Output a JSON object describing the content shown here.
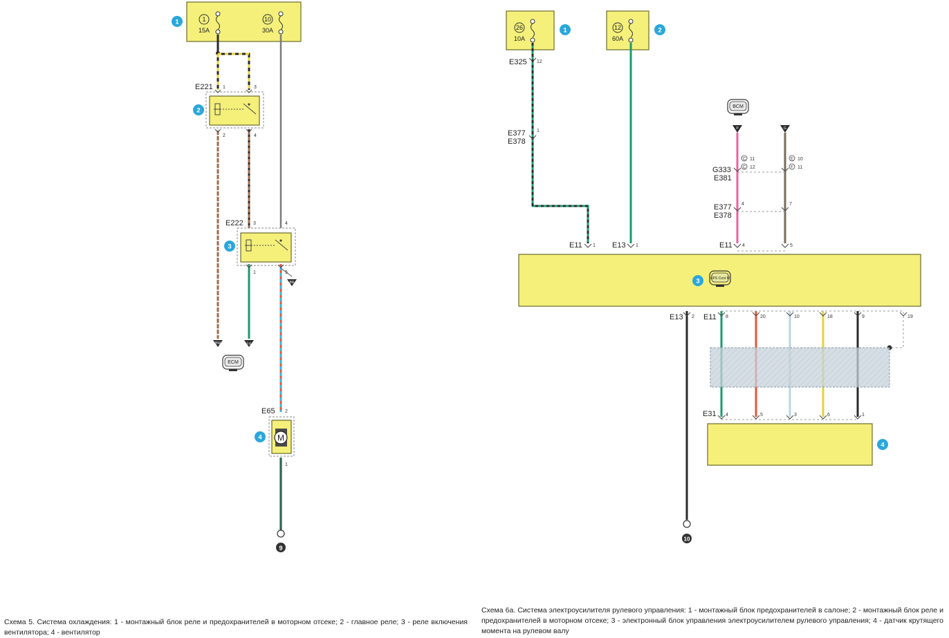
{
  "diagram1": {
    "fuse_box": {
      "callout": "1",
      "fuses": [
        {
          "number": "1",
          "rating": "15A"
        },
        {
          "number": "10",
          "rating": "30A"
        }
      ]
    },
    "main_relay": {
      "callout": "2",
      "connector": "E221",
      "pins": [
        "1",
        "3",
        "2",
        "4"
      ]
    },
    "fan_relay": {
      "callout": "3",
      "connector": "E222",
      "pins": [
        "3",
        "4",
        "1",
        "5"
      ]
    },
    "fan_motor": {
      "callout": "4",
      "connector": "E65",
      "pins": [
        "2",
        "1"
      ],
      "symbol": "M"
    },
    "wire_codes": {
      "bw": "BW",
      "lg": "Lg",
      "br": "BR"
    },
    "ecm_label": "ECM",
    "ground": "9",
    "caption": "Схема 5. Система охлаждения: 1 - монтажный блок реле и предохранителей в моторном отсеке; 2 - главное реле; 3 - реле включения вентилятора; 4 - вентилятор"
  },
  "diagram2": {
    "fuse_a": {
      "callout": "1",
      "number": "26",
      "rating": "10A"
    },
    "fuse_b": {
      "callout": "2",
      "number": "12",
      "rating": "60A"
    },
    "connectors": {
      "e325": "E325",
      "e325_pin": "12",
      "e377": "E377",
      "e378": "E378",
      "e377_pin": "1",
      "g333": "G333",
      "e381": "E381",
      "g333_pins": [
        "11",
        "12",
        "10",
        "11"
      ],
      "e377b": "E377",
      "e378b": "E378",
      "e377b_pins": [
        "4",
        "7"
      ],
      "e11_top": "E11",
      "e11_top_pins": [
        "1",
        "4",
        "5"
      ],
      "e13_top": "E13",
      "e13_top_pin": "1",
      "e13_bottom": "E13",
      "e13_bottom_pin": "2",
      "e11_bottom": "E11",
      "e11_bottom_pins": [
        "8",
        "20",
        "10",
        "18",
        "9",
        "19"
      ],
      "e31": "E31",
      "e31_pins": [
        "4",
        "5",
        "3",
        "6",
        "1"
      ]
    },
    "badge_letters": [
      "C",
      "C",
      "E",
      "F"
    ],
    "bcm_label": "BCM",
    "wire_codes": {
      "p": "P",
      "g": "G"
    },
    "eps_module": {
      "callout": "3",
      "label": "EPS Cont M"
    },
    "torque_sensor": {
      "callout": "4"
    },
    "ground": "10",
    "caption": "Схема 6а. Система электроусилителя рулевого управления: 1 - монтажный блок предохранителей в салоне; 2 - монтажный блок реле и предохранителей в моторном отсеке; 3 - электронный блок управления электроусилителем рулевого управления; 4 - датчик крутящего момента на рулевом валу"
  },
  "colors": {
    "box_fill": "#f4f07a",
    "box_stroke": "#6a6a2a",
    "callout": "#2aa7dc",
    "wire_black": "#2a2a2a",
    "wire_gray": "#7a7a7a",
    "wire_green": "#1a9a70",
    "wire_brown": "#a36a4a",
    "wire_yellow": "#e5d23a",
    "wire_pink": "#ee5fa0",
    "wire_red": "#e2583a",
    "wire_lightblue": "#b8d4e4",
    "wire_blue": "#3ab0e0",
    "shield": "#c8d3dc"
  }
}
